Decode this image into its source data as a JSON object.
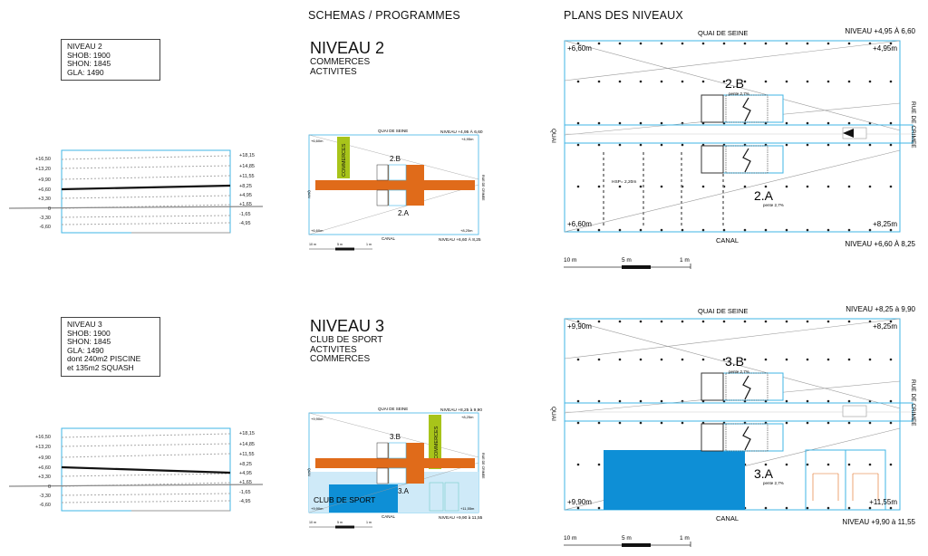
{
  "headers": {
    "schemas": "SCHEMAS / PROGRAMMES",
    "plans": "PLANS DES NIVEAUX"
  },
  "colors": {
    "cyan": "#3fb5e6",
    "orange": "#e06b1a",
    "lime": "#a8c41a",
    "pool": "#0e8fd6",
    "poolLight": "#cfeaf8",
    "stair": "#333333"
  },
  "scale_labels": [
    "10 m",
    "5 m",
    "1 m"
  ],
  "elevation_levels": {
    "left": [
      "+16,50",
      "+13,20",
      "+9,90",
      "+6,60",
      "+3,30",
      "0",
      "-3,30",
      "-6,60"
    ],
    "right": [
      "+18,15",
      "+14,85",
      "+11,55",
      "+8,25",
      "+4,95",
      "+1,65",
      "-1,65",
      "-4,95"
    ]
  },
  "levels": [
    {
      "info": {
        "l1": "NIVEAU 2",
        "l2": "SHOB: 1900",
        "l3": "SHON: 1845",
        "l4": "GLA: 1490",
        "l5": "",
        "l6": ""
      },
      "title": "NIVEAU 2",
      "program": {
        "p1": "COMMERCES",
        "p2": "ACTIVITES",
        "p3": ""
      },
      "plan": {
        "quai_seine": "QUAI DE SEINE",
        "canal": "CANAL",
        "quai": "QUAI",
        "rue": "RUE DE CRIMEE",
        "niveau_top": "NIVEAU +4,95 À 6,60",
        "niveau_bottom": "NIVEAU +6,60 À 8,25",
        "tl": "+6,60m",
        "tr": "+4,95m",
        "bl": "+6,60m",
        "br": "+8,25m",
        "zone_top": "2.B",
        "zone_bottom": "2.A",
        "slope": "pente 2,7%",
        "hsp": "HSP= 2,20m"
      },
      "mini": {
        "vertical_label": "COMMERCES",
        "club": ""
      }
    },
    {
      "info": {
        "l1": "NIVEAU 3",
        "l2": "SHOB: 1900",
        "l3": "SHON: 1845",
        "l4": "GLA: 1490",
        "l5": "dont 240m2 PISCINE",
        "l6": "et 135m2 SQUASH"
      },
      "title": "NIVEAU 3",
      "program": {
        "p1": "CLUB DE SPORT",
        "p2": "ACTIVITES",
        "p3": "COMMERCES"
      },
      "plan": {
        "quai_seine": "QUAI DE SEINE",
        "canal": "CANAL",
        "quai": "QUAI",
        "rue": "RUE DE CRIMEE",
        "niveau_top": "NIVEAU +8,25 à 9,90",
        "niveau_bottom": "NIVEAU +9,90 à 11,55",
        "tl": "+9,90m",
        "tr": "+8,25m",
        "bl": "+9,90m",
        "br": "+11,55m",
        "zone_top": "3.B",
        "zone_bottom": "3.A",
        "slope": "pente 2,7%",
        "hsp": ""
      },
      "mini": {
        "vertical_label": "COMMERCES",
        "club": "CLUB DE SPORT"
      }
    }
  ]
}
